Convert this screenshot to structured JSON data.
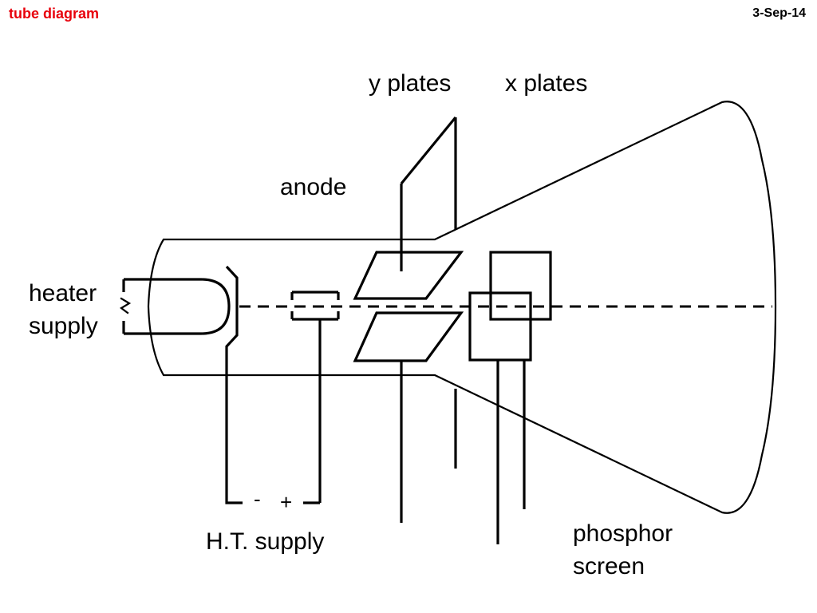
{
  "header": {
    "title": "tube diagram",
    "date": "3-Sep-14"
  },
  "labels": {
    "y_plates": "y plates",
    "x_plates": "x plates",
    "anode": "anode",
    "heater_line1": "heater",
    "heater_line2": "supply",
    "minus": "-",
    "plus": "+",
    "ht_supply": "H.T. supply",
    "phosphor_line1": "phosphor",
    "phosphor_line2": "screen"
  }
}
